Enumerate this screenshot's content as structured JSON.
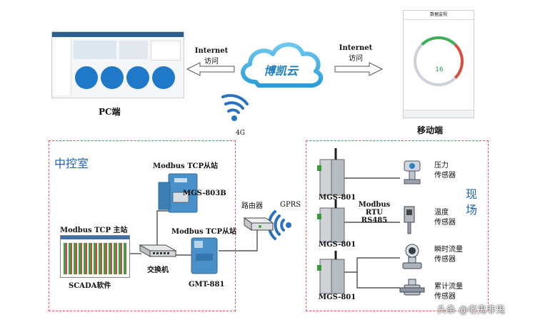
{
  "internet_left": {
    "line1": "Internet",
    "line2": "访问"
  },
  "internet_right": {
    "line1": "Internet",
    "line2": "访问"
  },
  "cloud_label": "博凯云",
  "pc_label": "PC端",
  "mobile_label": "移动端",
  "signal_label": "4G",
  "control_room": {
    "title": "中控室",
    "slave1_title": "Modbus TCP从站",
    "slave1_device": "MGS-803B",
    "slave2_title": "Modbus TCP从站",
    "slave2_device": "GMT-881",
    "master_title": "Modbus TCP 主站",
    "scada_label": "SCADA软件",
    "switch_label": "交换机"
  },
  "router_label": "路由器",
  "gprs_label": "GPRS",
  "field": {
    "title_line1": "现",
    "title_line2": "场",
    "devices": [
      "MGS-801",
      "MGS-801",
      "MGS-801"
    ],
    "bus_line1": "Modbus RTU",
    "bus_line2": "RS485",
    "sensors": [
      {
        "line1": "压力",
        "line2": "传感器"
      },
      {
        "line1": "温度",
        "line2": "传感器"
      },
      {
        "line1": "瞬时流量",
        "line2": "传感器"
      },
      {
        "line1": "累计流量",
        "line2": "传感器"
      }
    ]
  },
  "phone": {
    "header": "数据监视",
    "gauge_value": "16"
  },
  "watermark": "头条 @老鬼非鬼",
  "colors": {
    "accent_blue": "#1b62b5",
    "dash_red": "#e0565b",
    "device_blue": "#4a90c8",
    "rtu_gray": "#cfd3d8"
  }
}
